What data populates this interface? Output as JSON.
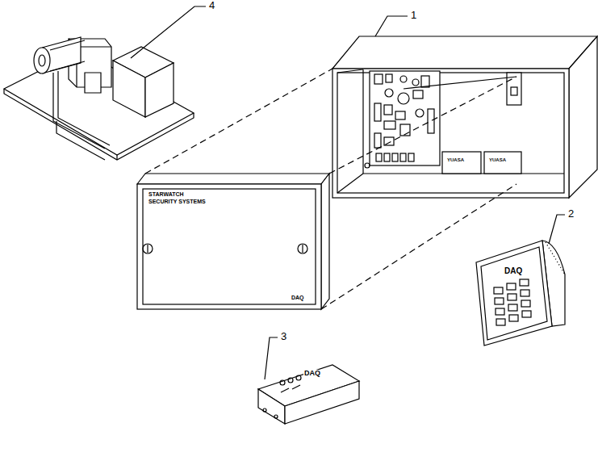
{
  "diagram": {
    "labels": [
      "4",
      "1",
      "2",
      "3",
      "STARWATCH",
      "SECURITY SYSTEMS",
      "DAQ",
      "YUASA",
      "YUASA",
      "DAQ",
      "DAQ"
    ]
  }
}
